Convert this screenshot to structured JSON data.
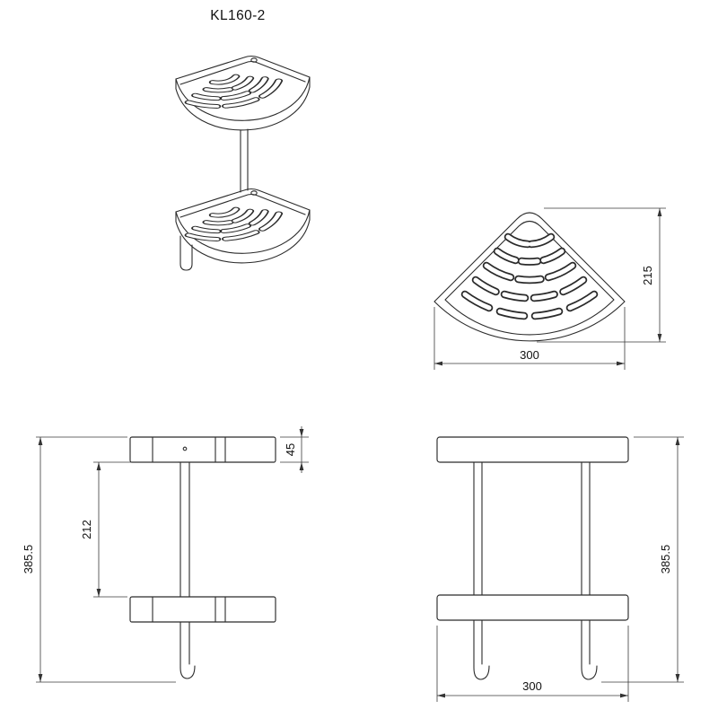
{
  "title": "KL160-2",
  "dimensions": {
    "top_view": {
      "height": "215",
      "width": "300"
    },
    "front_view": {
      "total_height": "385.5",
      "shelf_spacing": "212",
      "shelf_thickness": "45"
    },
    "side_view": {
      "total_height": "385.5",
      "width": "300"
    }
  }
}
